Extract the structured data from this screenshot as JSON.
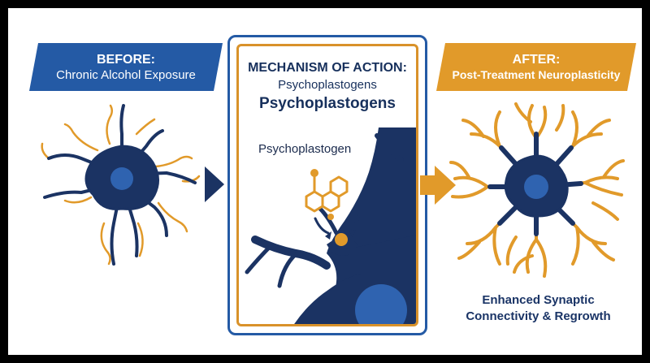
{
  "before": {
    "line1": "BEFORE:",
    "line2": "Chronic Alcohol Exposure"
  },
  "mechanism": {
    "title": "MECHANISM OF ACTION:",
    "subtitle": "Psychoplastogens",
    "heading": "Psychoplastogens",
    "molecule_label": "Psychoplastogen"
  },
  "after": {
    "line1": "AFTER:",
    "line2": "Post-Treatment Neuroplasticity"
  },
  "tagline": {
    "line1": "Enhanced Synaptic",
    "line2": "Connectivity & Regrowth"
  },
  "colors": {
    "navy": "#1b3363",
    "blue": "#245aa5",
    "orange": "#e19a2a",
    "nucleus": "#2f63b0"
  },
  "icons": [
    "neuron-icon",
    "arrow-right-icon",
    "molecule-icon",
    "receptor-icon"
  ]
}
